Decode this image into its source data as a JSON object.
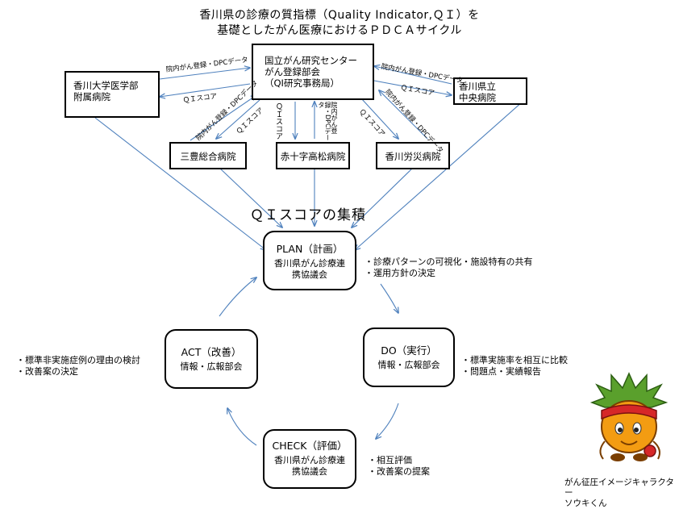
{
  "title": {
    "line1": "香川県の診療の質指標（Quality Indicator,ＱＩ）を",
    "line2": "基礎としたがん医療におけるＰＤＣＡサイクル"
  },
  "nodes": {
    "center": {
      "l1": "国立がん研究センター",
      "l2": "がん登録部会",
      "l3": "（QI研究事務局）"
    },
    "kagawa_univ": {
      "l1": "香川大学医学部",
      "l2": "附属病院"
    },
    "kagawa_central": {
      "l1": "香川県立",
      "l2": "中央病院"
    },
    "mitoyo": "三豊総合病院",
    "redcross": "赤十字高松病院",
    "rosai": "香川労災病院"
  },
  "edge_labels": {
    "registry_dpc": "院内がん登録・DPCデータ",
    "qi_score": "ＱＩスコア",
    "registry_dpc_vertical": "院内がん登録・DPCデータ"
  },
  "accumulation": "ＱＩスコアの集積",
  "cycle": {
    "plan": {
      "title": "PLAN（計画）",
      "l1": "香川県がん診療連",
      "l2": "携協議会"
    },
    "do": {
      "title": "DO（実行）",
      "l1": "情報・広報部会"
    },
    "check": {
      "title": "CHECK（評価）",
      "l1": "香川県がん診療連",
      "l2": "携協議会"
    },
    "act": {
      "title": "ACT（改善）",
      "l1": "情報・広報部会"
    }
  },
  "notes": {
    "plan": [
      "・診療パターンの可視化・施設特有の共有",
      "・運用方針の決定"
    ],
    "do": [
      "・標準実施率を相互に比較",
      "・問題点・実績報告"
    ],
    "check": [
      "・相互評価",
      "・改善案の提案"
    ],
    "act": [
      "・標準非実施症例の理由の検討",
      "・改善案の決定"
    ]
  },
  "mascot": {
    "l1": "がん征圧イメージキャラクター",
    "l2": "ソウキくん"
  },
  "colors": {
    "arrow": "#4f81bd",
    "line": "#000000"
  }
}
